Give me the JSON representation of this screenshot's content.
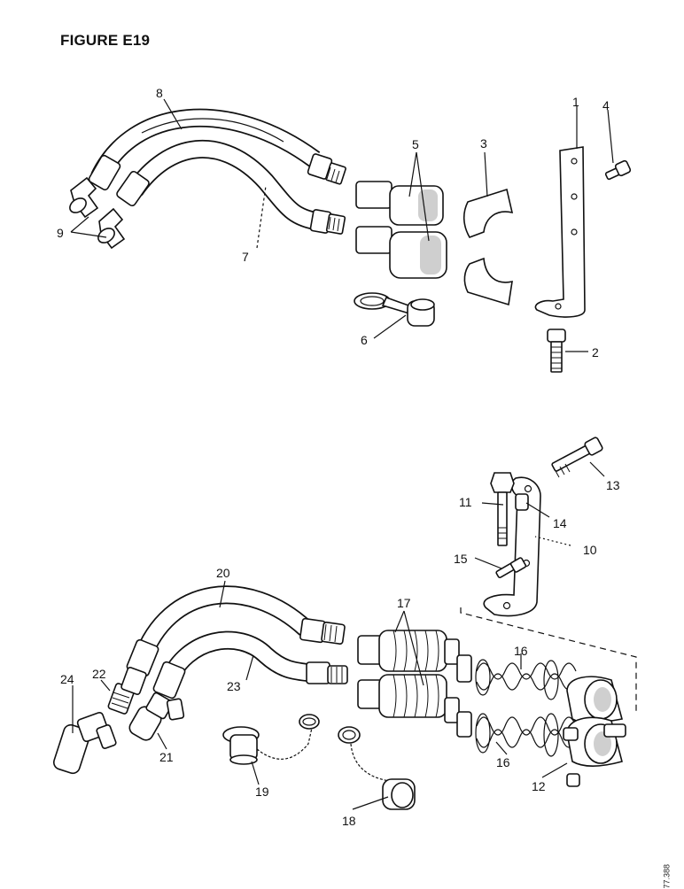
{
  "figure": {
    "title": "FIGURE E19",
    "reference": "77.388"
  },
  "callouts": {
    "c1": "1",
    "c2": "2",
    "c3": "3",
    "c4": "4",
    "c5": "5",
    "c6": "6",
    "c7": "7",
    "c8": "8",
    "c9": "9",
    "c10": "10",
    "c11": "11",
    "c12": "12",
    "c13": "13",
    "c14": "14",
    "c15": "15",
    "c16a": "16",
    "c16b": "16",
    "c17": "17",
    "c18": "18",
    "c19": "19",
    "c20": "20",
    "c21": "21",
    "c22": "22",
    "c23": "23",
    "c24": "24"
  }
}
